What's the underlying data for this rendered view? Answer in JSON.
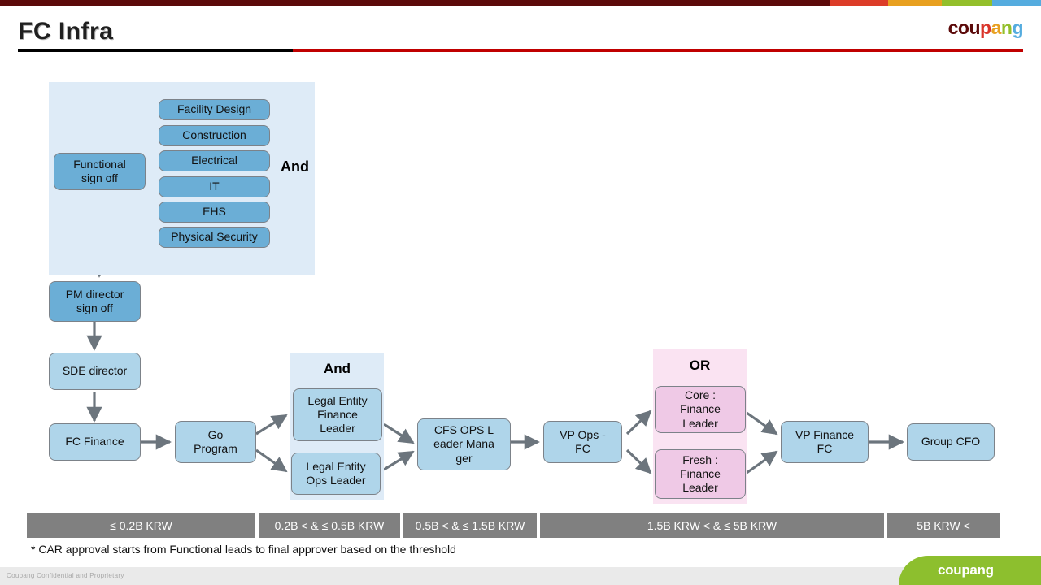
{
  "header": {
    "title": "FC Infra",
    "logo": {
      "part1": "cou",
      "part2": "p",
      "part3": "a",
      "part4": "n",
      "part5": "g"
    },
    "colors": {
      "maroon": "#5C0A0A",
      "red": "#DC3C28",
      "orange": "#E8A020",
      "green": "#93BF2B",
      "blue": "#55ACDF",
      "rule_red": "#C00000"
    }
  },
  "diagram": {
    "functional_panel": {
      "operator_label": "And",
      "entry_node": "Functional\nsign off",
      "items": [
        "Facility Design",
        "Construction",
        "Electrical",
        "IT",
        "EHS",
        "Physical Security"
      ]
    },
    "chain": [
      "PM director\nsign off",
      "SDE director",
      "FC Finance",
      "Go\nProgram"
    ],
    "legal_panel": {
      "operator_label": "And",
      "items": [
        "Legal Entity\nFinance\nLeader",
        "Legal Entity\nOps Leader"
      ]
    },
    "cfs_node": "CFS OPS L\neader Mana\nger",
    "vp_ops_node": "VP Ops -\nFC",
    "or_panel": {
      "operator_label": "OR",
      "items": [
        "Core :\nFinance\nLeader",
        "Fresh :\nFinance\nLeader"
      ]
    },
    "vp_finance_node": "VP Finance\nFC",
    "group_cfo_node": "Group CFO",
    "colors": {
      "node_dark_blue": "#6BAED6",
      "node_light_blue": "#AFD5EA",
      "node_pink": "#EFC9E6",
      "panel_blue": "#DEEBF7",
      "panel_pink": "#FAE3F2",
      "connector": "#6C757D"
    }
  },
  "thresholds": [
    {
      "label": "≤ 0.2B KRW"
    },
    {
      "label": "0.2B  < & ≤ 0.5B KRW"
    },
    {
      "label": "0.5B  < & ≤ 1.5B KRW"
    },
    {
      "label": "1.5B KRW < & ≤ 5B KRW"
    },
    {
      "label": "5B KRW <"
    }
  ],
  "footnote": "* CAR approval starts from Functional leads to final approver based on the threshold",
  "footer": {
    "confidential": "Coupang Confidential and Proprietary",
    "badge_label": "coupang"
  }
}
